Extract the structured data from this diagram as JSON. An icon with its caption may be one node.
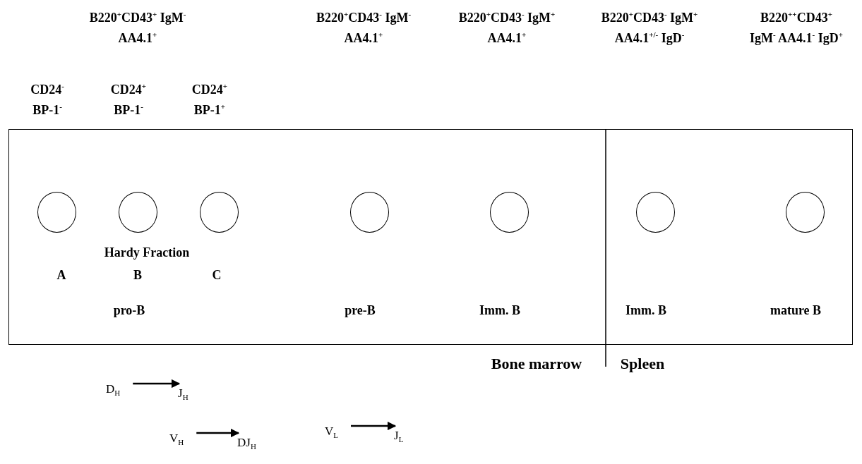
{
  "diagram": {
    "nodes": [
      {
        "text": [],
        "shape": "box"
      },
      {
        "text": [],
        "shape": "circle",
        "in": 0
      },
      {
        "text": [],
        "shape": "circle",
        "in": 0
      },
      {
        "text": [],
        "shape": "circle",
        "in": 0
      },
      {
        "text": [],
        "shape": "circle",
        "in": 0
      },
      {
        "text": [],
        "shape": "circle",
        "in": 0
      },
      {
        "text": [],
        "shape": "circle",
        "in": 0
      },
      {
        "text": [],
        "shape": "circle",
        "in": 0
      },
      {
        "text": [
          "D$_{H}$"
        ]
      },
      {
        "text": [
          "J$_{H}$"
        ]
      },
      {
        "text": [
          "V$_{H}$"
        ]
      },
      {
        "text": [
          "DJ$_{H}$"
        ]
      },
      {
        "text": [
          "V$_{L}$"
        ]
      },
      {
        "text": [
          "J$_{L}$"
        ]
      }
    ],
    "edges": [
      {
        "from": 8,
        "to": 9,
        "arrow": "to"
      },
      {
        "from": 10,
        "to": 11,
        "arrow": "to"
      },
      {
        "from": 12,
        "to": 13,
        "arrow": "to"
      }
    ],
    "labels": [
      "B220$^{+}$CD43$^{+}$ IgM$^{-}$ AA4.1$^{+}$",
      "B220$^{+}$CD43$^{-}$ IgM$^{-}$ AA4.1$^{+}$",
      "B220$^{+}$CD43$^{-}$ IgM$^{+}$ AA4.1$^{+}$",
      "B220$^{+}$CD43$^{-}$ IgM$^{+}$ AA4.1$^{+/-}$ IgD$^{-}$",
      "B220$^{++}$CD43$^{+}$ IgM$^{-}$ AA4.1$^{-}$ IgD$^{+}$",
      "CD24$^{-}$ BP-1$^{-}$",
      "CD24$^{+}$ BP-1$^{-}$",
      "CD24$^{+}$ BP-1$^{+}$",
      "Hardy Fraction",
      "A",
      "B",
      "C",
      "pro-B",
      "pre-B",
      "Imm. B",
      "Imm. B",
      "mature B",
      "Bone marrow",
      "Spleen"
    ]
  }
}
